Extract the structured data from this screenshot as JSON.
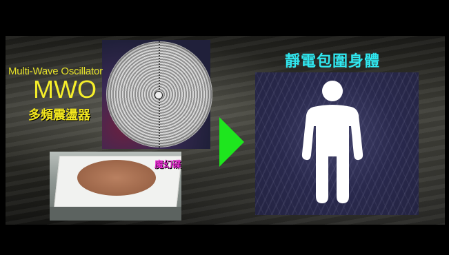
{
  "slide": {
    "subtitle_en": "Multi-Wave Oscillator",
    "title_abbrev": "MWO",
    "title_cn": "多頻震盪器",
    "magic_plate_label": "魔幻碟",
    "field_title": "靜電包圍身體",
    "colors": {
      "title_yellow": "#f5ee2a",
      "magic_label_pink": "#e52bd0",
      "arrow_green": "#1ee61e",
      "field_title_cyan": "#30e8f0"
    },
    "icons": [
      "right-arrow-icon",
      "person-icon"
    ]
  }
}
